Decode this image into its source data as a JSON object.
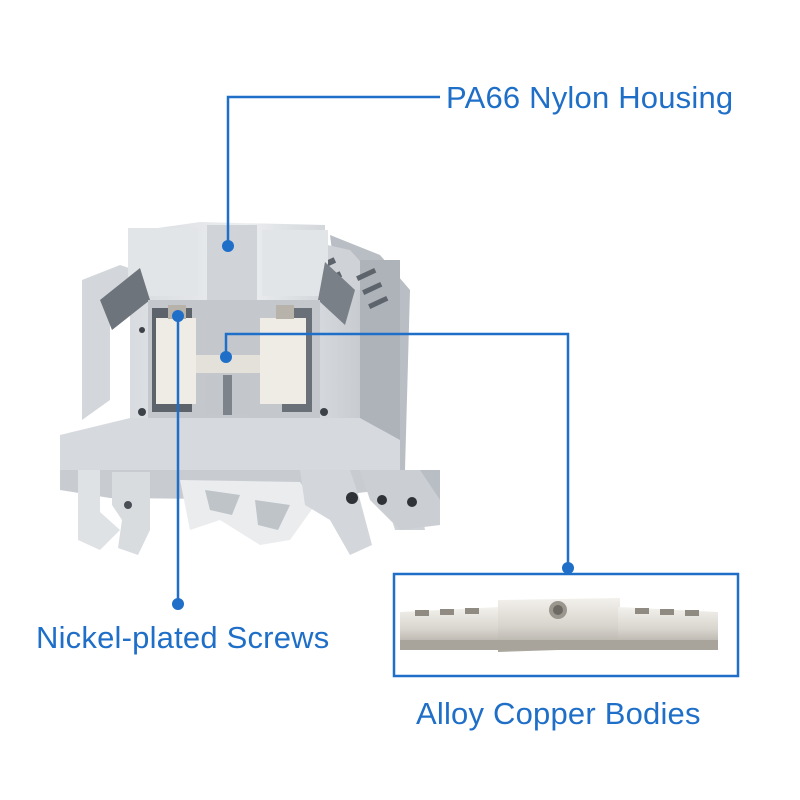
{
  "diagram": {
    "callouts": [
      {
        "id": "housing",
        "text": "PA66 Nylon Housing"
      },
      {
        "id": "screws",
        "text": "Nickel-plated Screws"
      },
      {
        "id": "bodies",
        "text": "Alloy Copper Bodies"
      }
    ]
  },
  "colors": {
    "callout": "#1f6fc8",
    "housing_light": "#e4e6e9",
    "housing_mid": "#c9cdd2",
    "housing_dark": "#9aa0a7",
    "metal_light": "#e8e6e1",
    "metal_dark": "#b6b2aa"
  }
}
